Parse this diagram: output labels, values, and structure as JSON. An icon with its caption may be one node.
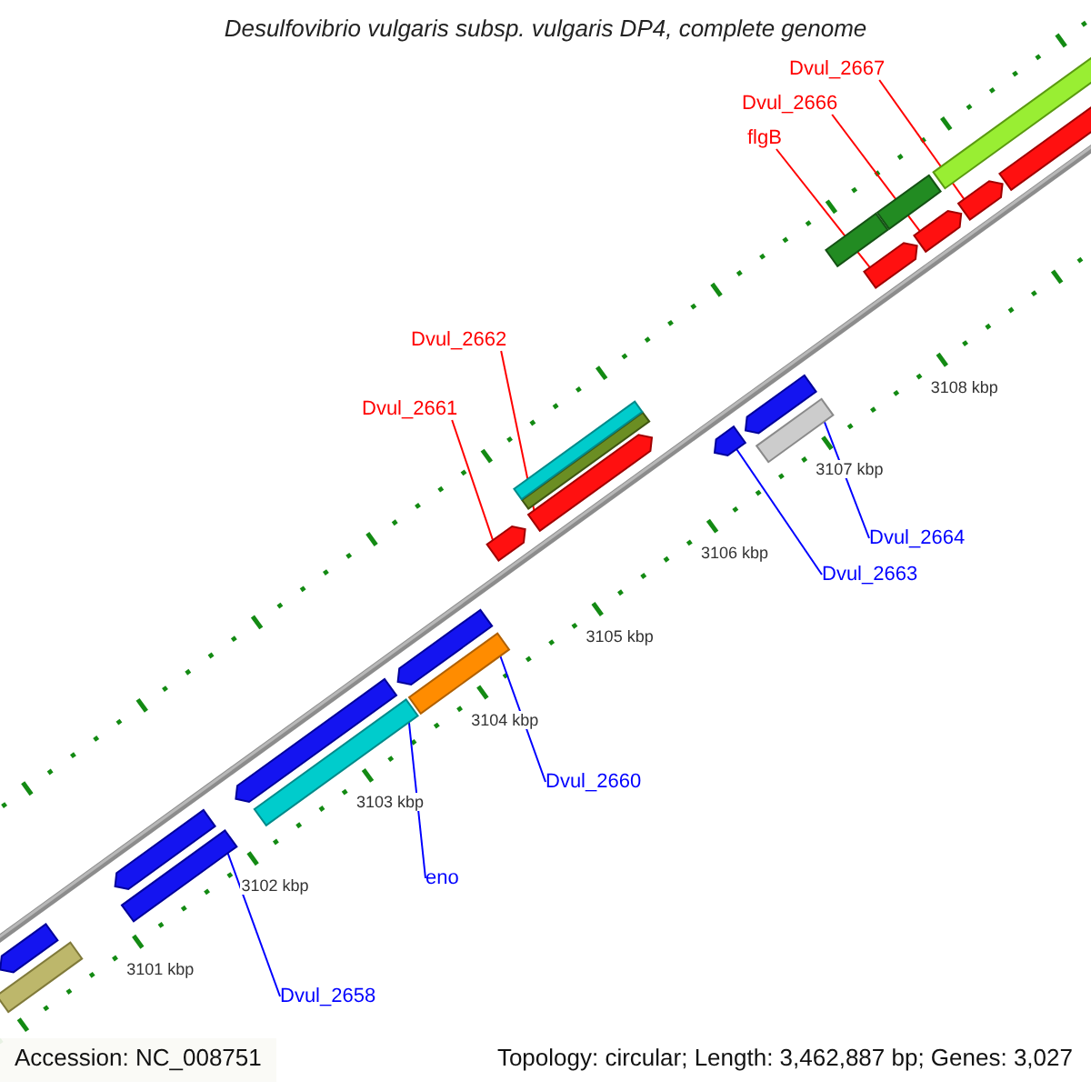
{
  "diagram": {
    "title": "Desulfovibrio vulgaris subsp. vulgaris DP4, complete genome",
    "nodes": [
      {
        "text": [
          "Dvul_2667"
        ]
      },
      {
        "text": [
          "Dvul_2666"
        ]
      },
      {
        "text": [
          "flgB"
        ]
      },
      {
        "text": [
          "Dvul_2662"
        ]
      },
      {
        "text": [
          "Dvul_2661"
        ]
      },
      {
        "text": [
          "Dvul_2664"
        ]
      },
      {
        "text": [
          "Dvul_2663"
        ]
      },
      {
        "text": [
          "Dvul_2660"
        ]
      },
      {
        "text": [
          "eno"
        ]
      },
      {
        "text": [
          "Dvul_2658"
        ]
      },
      {
        "text": [],
        "shape": "bar"
      },
      {
        "text": [],
        "shape": "bar"
      },
      {
        "text": [],
        "shape": "bar"
      },
      {
        "text": [],
        "shape": "bar"
      },
      {
        "text": [],
        "shape": "bar"
      },
      {
        "text": [],
        "shape": "bar"
      },
      {
        "text": [],
        "shape": "bar"
      },
      {
        "text": [],
        "shape": "bar"
      },
      {
        "text": [],
        "shape": "bar"
      },
      {
        "text": [],
        "shape": "bar"
      },
      {
        "text": [],
        "shape": "bar"
      },
      {
        "text": [],
        "shape": "bar"
      },
      {
        "text": [],
        "shape": "bar"
      },
      {
        "text": [],
        "shape": "bar"
      },
      {
        "text": [],
        "shape": "bar"
      },
      {
        "text": [],
        "shape": "bar"
      },
      {
        "text": [],
        "shape": "bar"
      },
      {
        "text": [],
        "shape": "bar"
      },
      {
        "text": [],
        "shape": "bar"
      },
      {
        "text": [],
        "shape": "bar"
      },
      {
        "text": [],
        "shape": "bar"
      },
      {
        "text": [],
        "shape": "bar"
      }
    ],
    "edges": [
      {
        "from": 0,
        "to": 19,
        "arrow": "none",
        "color": "#ff0000"
      },
      {
        "from": 1,
        "to": 18,
        "arrow": "none",
        "color": "#ff0000"
      },
      {
        "from": 2,
        "to": 17,
        "arrow": "none",
        "color": "#ff0000"
      },
      {
        "from": 3,
        "to": 14,
        "arrow": "none",
        "color": "#ff0000"
      },
      {
        "from": 4,
        "to": 13,
        "arrow": "none",
        "color": "#ff0000"
      },
      {
        "from": 5,
        "to": 16,
        "arrow": "none",
        "color": "#0000ff"
      },
      {
        "from": 6,
        "to": 15,
        "arrow": "none",
        "color": "#0000ff"
      },
      {
        "from": 7,
        "to": 12,
        "arrow": "none",
        "color": "#0000ff"
      },
      {
        "from": 8,
        "to": 11,
        "arrow": "none",
        "color": "#0000ff"
      },
      {
        "from": 9,
        "to": 10,
        "arrow": "none",
        "color": "#0000ff"
      }
    ],
    "labels": [
      "3108 kbp",
      "3107 kbp",
      "3106 kbp",
      "3105 kbp",
      "3104 kbp",
      "3103 kbp",
      "3102 kbp",
      "3101 kbp",
      "Accession: NC_008751",
      "Topology: circular; Length: 3,462,887 bp; Genes: 3,027"
    ]
  }
}
